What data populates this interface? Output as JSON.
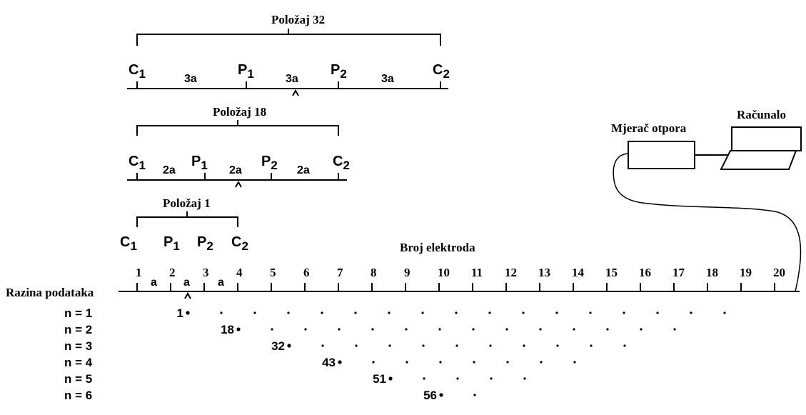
{
  "labels": {
    "position_32": "Položaj 32",
    "position_18": "Položaj 18",
    "position_1": "Položaj 1",
    "electrode_number": "Broj elektroda",
    "data_level": "Razina podataka",
    "resistance_meter": "Mjerač otpora",
    "computer": "Računalo"
  },
  "electrode_numbers": [
    "1",
    "2",
    "3",
    "4",
    "5",
    "6",
    "7",
    "8",
    "9",
    "10",
    "11",
    "12",
    "13",
    "14",
    "15",
    "16",
    "17",
    "18",
    "19",
    "20"
  ],
  "spacing_label": "a",
  "arrays": [
    {
      "name": "Položaj 32",
      "electrodes": [
        "C1",
        "P1",
        "P2",
        "C2"
      ],
      "spacing": "3a"
    },
    {
      "name": "Položaj 18",
      "electrodes": [
        "C1",
        "P1",
        "P2",
        "C2"
      ],
      "spacing": "2a"
    },
    {
      "name": "Položaj 1",
      "electrodes": [
        "C1",
        "P1",
        "P2",
        "C2"
      ],
      "spacing": "a"
    }
  ],
  "levels": [
    {
      "label": "n = 1",
      "first_index": "1",
      "points": 17
    },
    {
      "label": "n = 2",
      "first_index": "18",
      "points": 14
    },
    {
      "label": "n = 3",
      "first_index": "32",
      "points": 11
    },
    {
      "label": "n = 4",
      "first_index": "43",
      "points": 8
    },
    {
      "label": "n = 5",
      "first_index": "51",
      "points": 5
    },
    {
      "label": "n = 6",
      "first_index": "56",
      "points": 2
    }
  ]
}
